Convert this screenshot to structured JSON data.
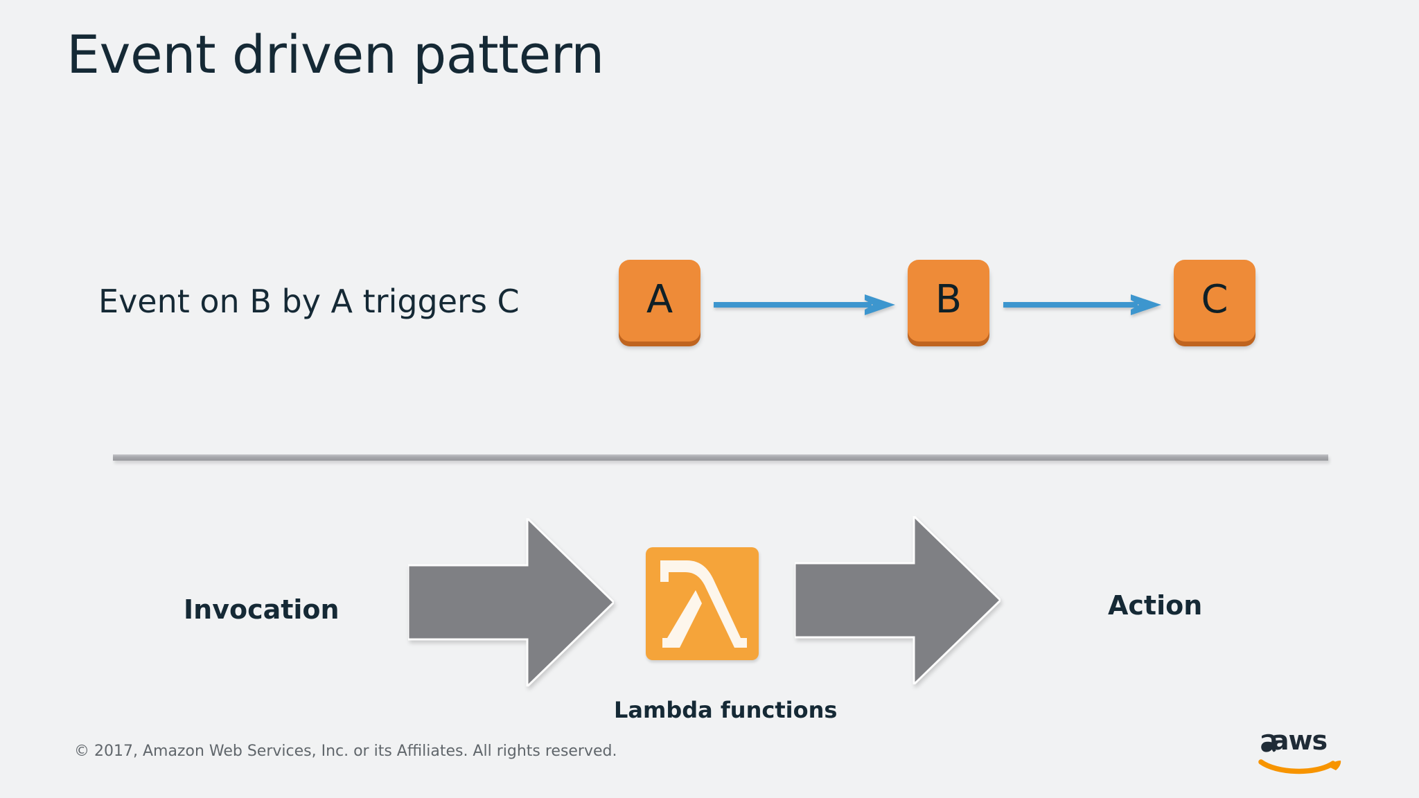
{
  "slide": {
    "title": "Event driven pattern",
    "background_color": "#f1f2f3",
    "text_color": "#152935"
  },
  "event_flow": {
    "caption": "Event on B by A triggers C",
    "node_color": "#ee8b38",
    "node_shadow_color": "#bf641f",
    "connector_color": "#3d96ce",
    "nodes": [
      {
        "label": "A"
      },
      {
        "label": "B"
      },
      {
        "label": "C"
      }
    ],
    "connectors": [
      {
        "from": "A",
        "to": "B"
      },
      {
        "from": "B",
        "to": "C"
      }
    ]
  },
  "divider": {
    "color": "#a6a7ab"
  },
  "lambda_flow": {
    "left_label": "Invocation",
    "right_label": "Action",
    "icon_caption": "Lambda functions",
    "icon_color": "#f5a43a",
    "icon_glyph": "lambda",
    "arrow_color": "#7f8084"
  },
  "footer": {
    "copyright": "© 2017, Amazon Web Services, Inc. or its Affiliates. All rights reserved.",
    "logo_text": "aws",
    "logo_smile_color": "#f79400",
    "logo_word_color": "#1f2b36"
  }
}
